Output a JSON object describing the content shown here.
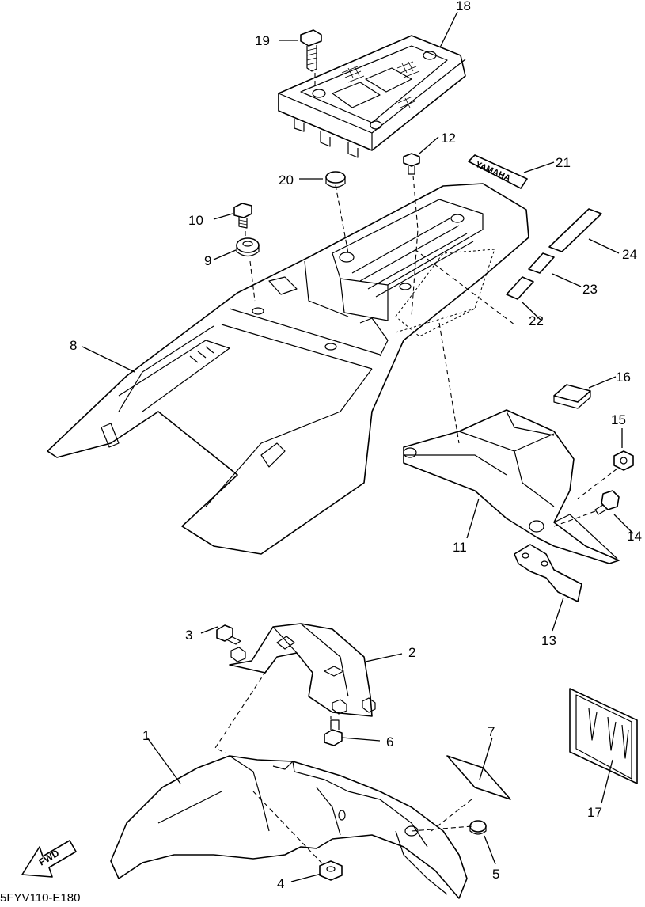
{
  "diagram": {
    "code": "5FYV110-E180",
    "fwd_label": "FWD",
    "logo_text": "YAMAHA",
    "callouts": {
      "c1": "1",
      "c2": "2",
      "c3": "3",
      "c4": "4",
      "c5": "5",
      "c6": "6",
      "c7": "7",
      "c8": "8",
      "c9": "9",
      "c10": "10",
      "c11": "11",
      "c12": "12",
      "c13": "13",
      "c14": "14",
      "c15": "15",
      "c16": "16",
      "c17": "17",
      "c18": "18",
      "c19": "19",
      "c20": "20",
      "c21": "21",
      "c22": "22",
      "c23": "23",
      "c24": "24"
    }
  }
}
